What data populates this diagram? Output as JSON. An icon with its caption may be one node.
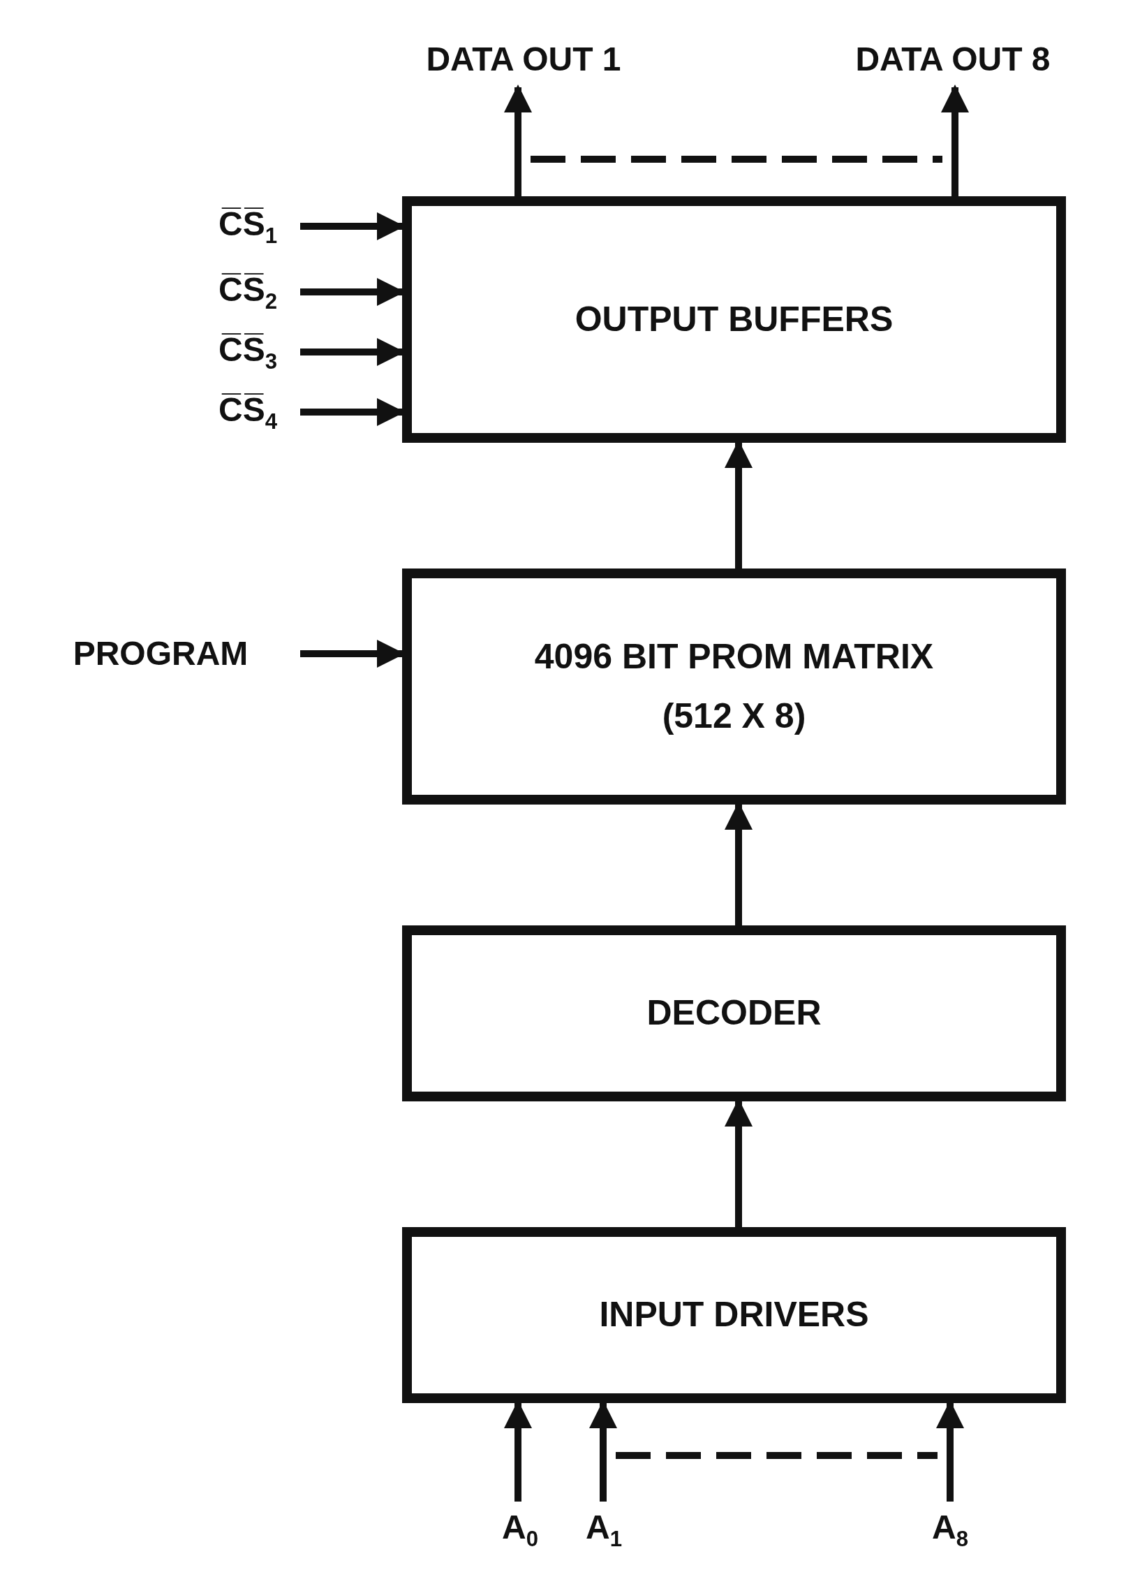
{
  "diagram": {
    "nodes": [
      {
        "text": [
          "OUTPUT BUFFERS"
        ]
      },
      {
        "text": [
          "4096 BIT PROM MATRIX",
          "(512 X 8)"
        ]
      },
      {
        "text": [
          "DECODER"
        ]
      },
      {
        "text": [
          "INPUT DRIVERS"
        ]
      },
      {
        "text": [
          "DATA OUT 1"
        ]
      },
      {
        "text": [
          "DATA OUT 8"
        ]
      },
      {
        "text": [
          "C̅S̅$_{1}$"
        ]
      },
      {
        "text": [
          "C̅S̅$_{2}$"
        ]
      },
      {
        "text": [
          "C̅S̅$_{3}$"
        ]
      },
      {
        "text": [
          "C̅S̅$_{4}$"
        ]
      },
      {
        "text": [
          "PROGRAM"
        ]
      },
      {
        "text": [
          "A$_{0}$"
        ]
      },
      {
        "text": [
          "A$_{1}$"
        ]
      },
      {
        "text": [
          "A$_{8}$"
        ]
      }
    ],
    "edges": [
      {
        "from": 0,
        "to": 4,
        "arrow": "to"
      },
      {
        "from": 0,
        "to": 5,
        "arrow": "to"
      },
      {
        "from": 6,
        "to": 0,
        "arrow": "to"
      },
      {
        "from": 7,
        "to": 0,
        "arrow": "to"
      },
      {
        "from": 8,
        "to": 0,
        "arrow": "to"
      },
      {
        "from": 9,
        "to": 0,
        "arrow": "to"
      },
      {
        "from": 10,
        "to": 1,
        "arrow": "to"
      },
      {
        "from": 1,
        "to": 0,
        "arrow": "to"
      },
      {
        "from": 2,
        "to": 1,
        "arrow": "to"
      },
      {
        "from": 3,
        "to": 2,
        "arrow": "to"
      },
      {
        "from": 11,
        "to": 3,
        "arrow": "to"
      },
      {
        "from": 12,
        "to": 3,
        "arrow": "to"
      },
      {
        "from": 13,
        "to": 3,
        "arrow": "to"
      }
    ]
  }
}
